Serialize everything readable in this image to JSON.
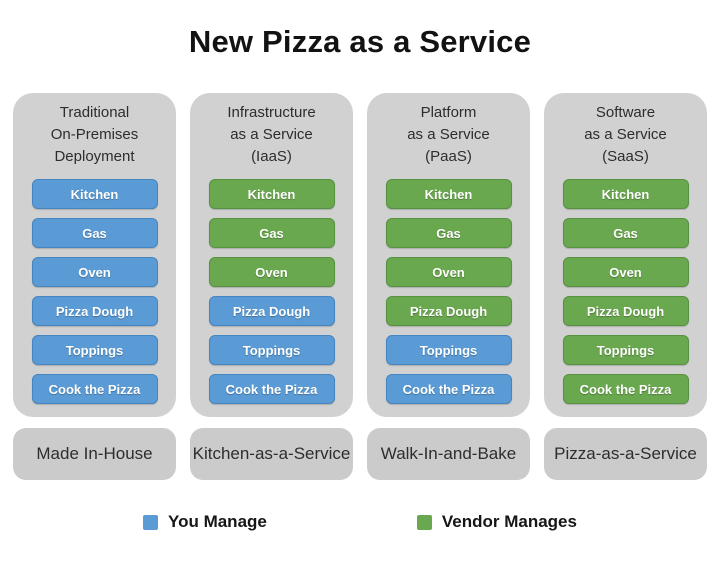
{
  "title": "New Pizza as a Service",
  "colors": {
    "you_manage_blue": "#5b9bd5",
    "vendor_manages_green": "#6aa84f",
    "panel_gray": "#d1d1d1"
  },
  "columns": [
    {
      "header": "Traditional\nOn-Premises\nDeployment",
      "caption": "Made In-House",
      "items": [
        {
          "label": "Kitchen",
          "owner": "you"
        },
        {
          "label": "Gas",
          "owner": "you"
        },
        {
          "label": "Oven",
          "owner": "you"
        },
        {
          "label": "Pizza Dough",
          "owner": "you"
        },
        {
          "label": "Toppings",
          "owner": "you"
        },
        {
          "label": "Cook the Pizza",
          "owner": "you"
        }
      ]
    },
    {
      "header": "Infrastructure\nas a Service\n(IaaS)",
      "caption": "Kitchen-as-a-Service",
      "items": [
        {
          "label": "Kitchen",
          "owner": "vendor"
        },
        {
          "label": "Gas",
          "owner": "vendor"
        },
        {
          "label": "Oven",
          "owner": "vendor"
        },
        {
          "label": "Pizza Dough",
          "owner": "you"
        },
        {
          "label": "Toppings",
          "owner": "you"
        },
        {
          "label": "Cook the Pizza",
          "owner": "you"
        }
      ]
    },
    {
      "header": "Platform\nas a Service\n(PaaS)",
      "caption": "Walk-In-and-Bake",
      "items": [
        {
          "label": "Kitchen",
          "owner": "vendor"
        },
        {
          "label": "Gas",
          "owner": "vendor"
        },
        {
          "label": "Oven",
          "owner": "vendor"
        },
        {
          "label": "Pizza Dough",
          "owner": "vendor"
        },
        {
          "label": "Toppings",
          "owner": "you"
        },
        {
          "label": "Cook the Pizza",
          "owner": "you"
        }
      ]
    },
    {
      "header": "Software\nas a Service\n(SaaS)",
      "caption": "Pizza-as-a-Service",
      "items": [
        {
          "label": "Kitchen",
          "owner": "vendor"
        },
        {
          "label": "Gas",
          "owner": "vendor"
        },
        {
          "label": "Oven",
          "owner": "vendor"
        },
        {
          "label": "Pizza Dough",
          "owner": "vendor"
        },
        {
          "label": "Toppings",
          "owner": "vendor"
        },
        {
          "label": "Cook the Pizza",
          "owner": "vendor"
        }
      ]
    }
  ],
  "legend": {
    "items": [
      {
        "label": "You Manage",
        "owner": "you",
        "color": "#5b9bd5"
      },
      {
        "label": "Vendor Manages",
        "owner": "vendor",
        "color": "#6aa84f"
      }
    ]
  }
}
